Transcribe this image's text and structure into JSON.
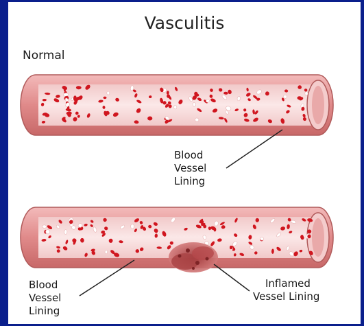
{
  "diagram": {
    "title": "Vasculitis",
    "normal_label": "Normal",
    "top_lining_label": [
      "Blood",
      "Vessel",
      "Lining"
    ],
    "bottom_lining_label": [
      "Blood",
      "Vessel",
      "Lining"
    ],
    "inflamed_label": [
      "Inflamed",
      "Vessel Lining"
    ]
  },
  "colors": {
    "background": "#0a1f8c",
    "panel": "#ffffff",
    "vessel_wall": "#e79a9a",
    "vessel_wall_dark": "#c96a6a",
    "vessel_interior": "#f6d9d9",
    "blood_cell": "#d0161f",
    "white_cell": "#ffffff",
    "inflammation": "#b8484a"
  }
}
